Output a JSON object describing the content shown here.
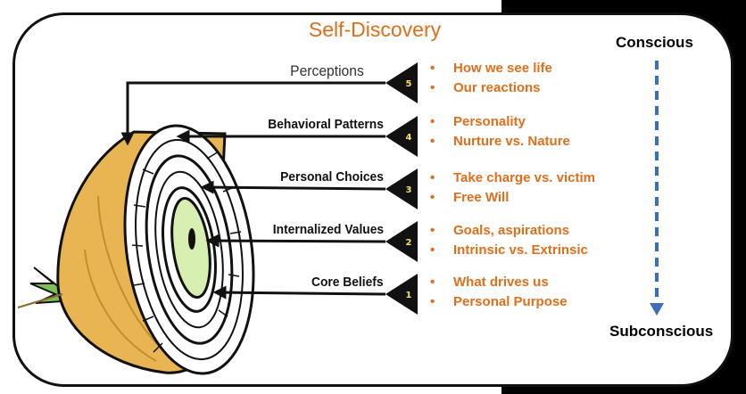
{
  "title": "Self-Discovery",
  "axis": {
    "top_label": "Conscious",
    "bottom_label": "Subconscious",
    "arrow_color": "#3d6fb6"
  },
  "colors": {
    "accent": "#e06e1b",
    "onion_skin": "#e8b552",
    "onion_core": "#d7f0b2",
    "frame": "#111111"
  },
  "levels": [
    {
      "number": "5",
      "label": "Perceptions",
      "items": [
        "How we see life",
        "Our reactions"
      ]
    },
    {
      "number": "4",
      "label": "Behavioral Patterns",
      "items": [
        "Personality",
        "Nurture vs. Nature"
      ]
    },
    {
      "number": "3",
      "label": "Personal Choices",
      "items": [
        "Take charge vs. victim",
        "Free Will"
      ]
    },
    {
      "number": "2",
      "label": "Internalized Values",
      "items": [
        "Goals, aspirations",
        "Intrinsic vs. Extrinsic"
      ]
    },
    {
      "number": "1",
      "label": "Core Beliefs",
      "items": [
        "What drives us",
        "Personal Purpose"
      ]
    }
  ]
}
